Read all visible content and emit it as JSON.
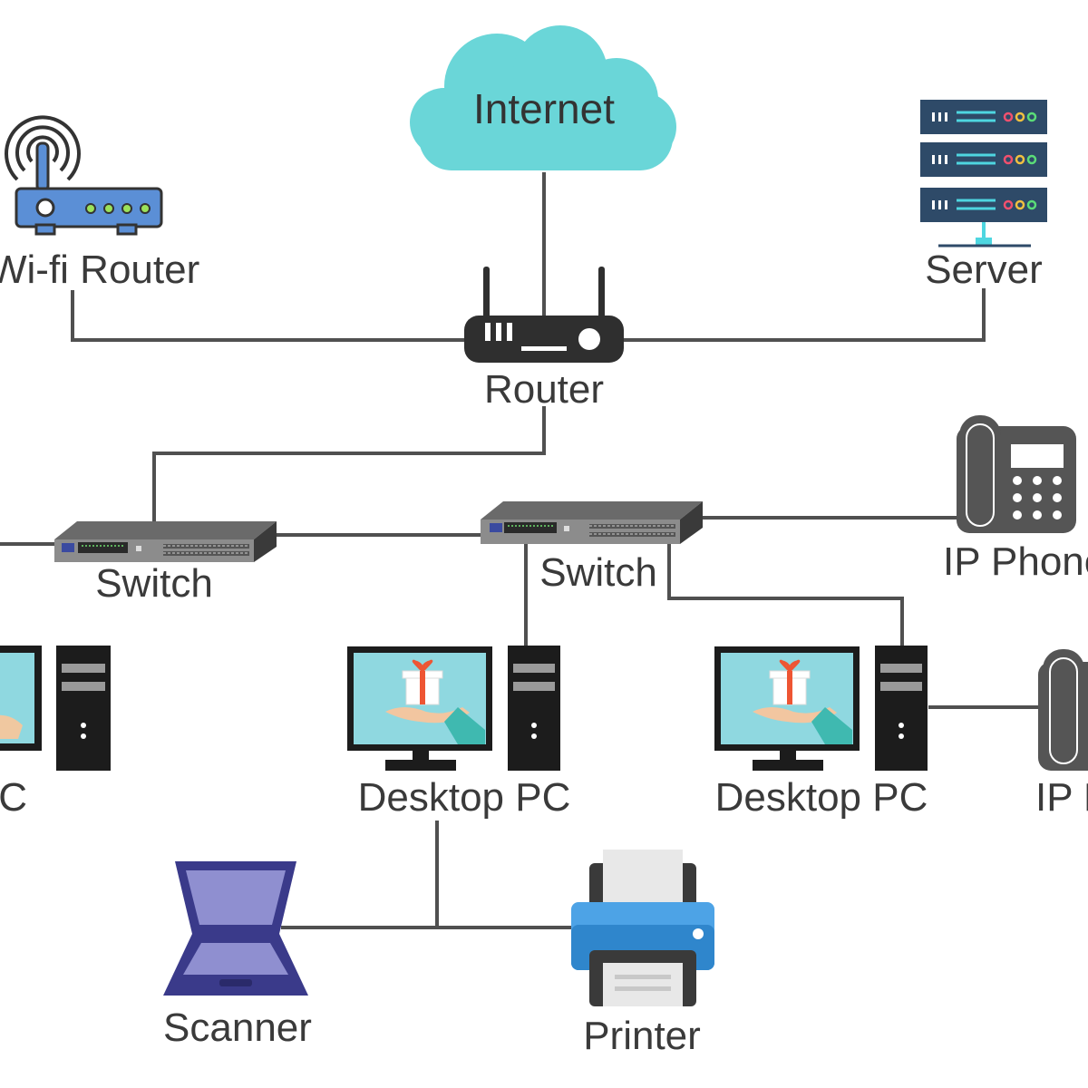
{
  "labels": {
    "internet": "Internet",
    "wifi_router": "Wi-fi Router",
    "server": "Server",
    "router": "Router",
    "switch_left": "Switch",
    "switch_right": "Switch",
    "ip_phone_top": "IP Phone",
    "desktop_pc_left": "Desktop PC",
    "desktop_pc_center": "Desktop PC",
    "desktop_pc_right": "Desktop PC",
    "ip_phone_bottom": "IP Phone",
    "scanner": "Scanner",
    "printer": "Printer"
  },
  "colors": {
    "cloud": "#6ad6d8",
    "wifi_router": "#5b8fd6",
    "server": "#2e4a68",
    "router": "#2f2f2f",
    "switch": "#5a5a5a",
    "ip_phone": "#555555",
    "monitor_screen": "#8fd8e0",
    "tower": "#1c1c1c",
    "scanner": "#6f6fb8",
    "printer": "#4da3e6"
  },
  "icons": [
    "cloud-icon",
    "wifi-router-icon",
    "server-icon",
    "router-icon",
    "switch-icon",
    "ip-phone-icon",
    "desktop-pc-icon",
    "scanner-icon",
    "printer-icon"
  ]
}
